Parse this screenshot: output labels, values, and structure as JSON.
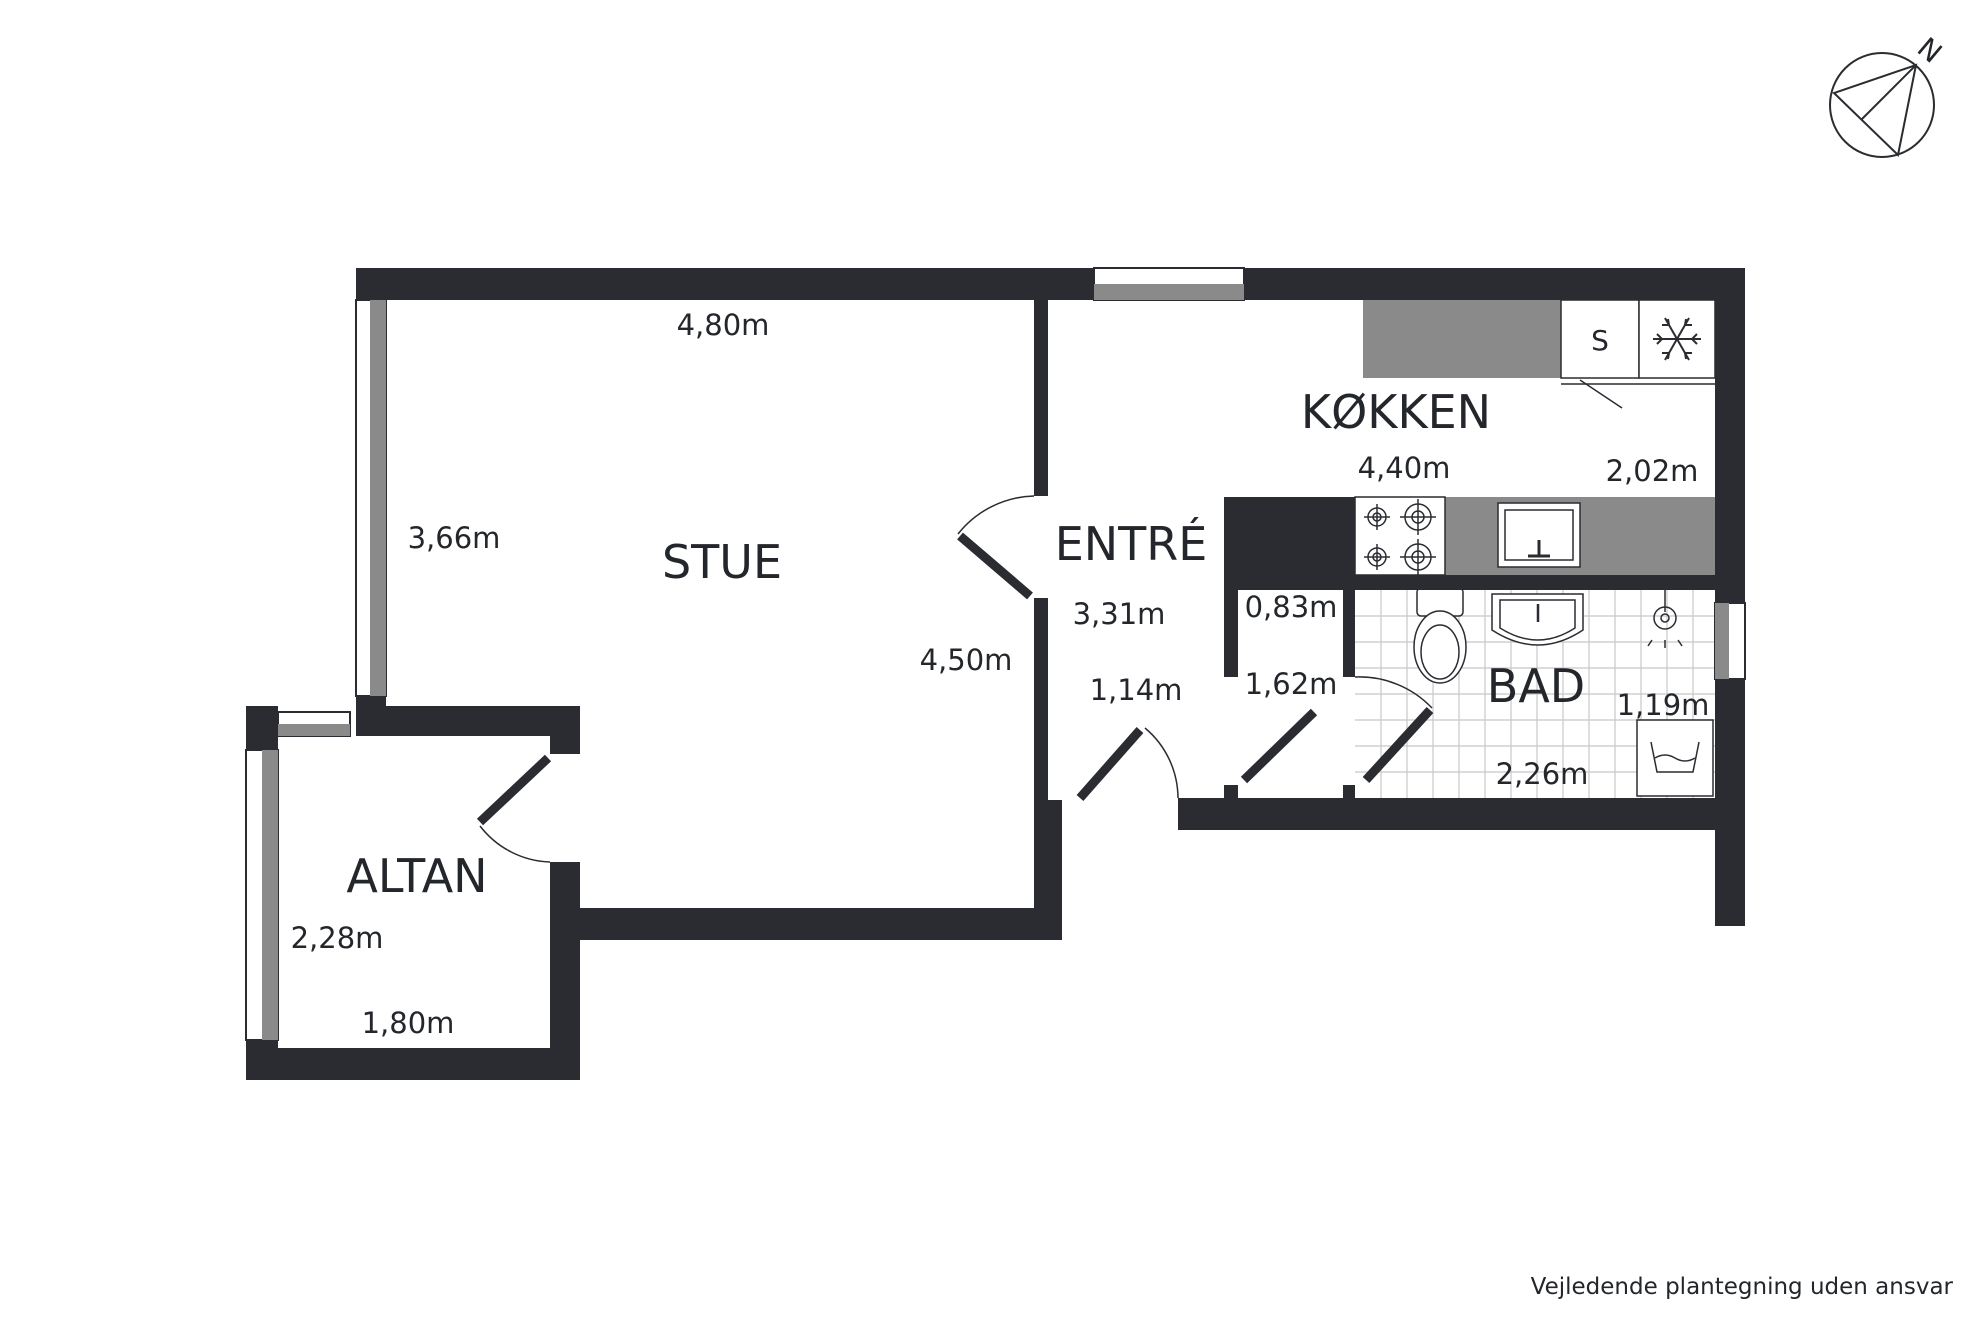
{
  "rooms": {
    "stue": "STUE",
    "entre": "ENTRÉ",
    "kokken": "KØKKEN",
    "bad": "BAD",
    "altan": "ALTAN"
  },
  "dimensions": {
    "stue_width": "4,80m",
    "stue_depth": "3,66m",
    "stue_side": "4,50m",
    "entre_length": "3,31m",
    "entre_width": "1,14m",
    "kokken_width": "4,40m",
    "kokken_depth": "2,02m",
    "niche_width": "0,83m",
    "niche_depth": "1,62m",
    "bad_depth": "1,19m",
    "bad_width": "2,26m",
    "altan_depth": "2,28m",
    "altan_width": "1,80m"
  },
  "symbols": {
    "stove_label": "S",
    "compass_label": "N",
    "freezer_icon": "snowflake-icon",
    "washer_icon": "washing-machine-icon"
  },
  "disclaimer": "Vejledende plantegning uden ansvar",
  "colors": {
    "wall": "#2a2c31",
    "counter": "#8a8a8a",
    "background": "#ffffff"
  }
}
